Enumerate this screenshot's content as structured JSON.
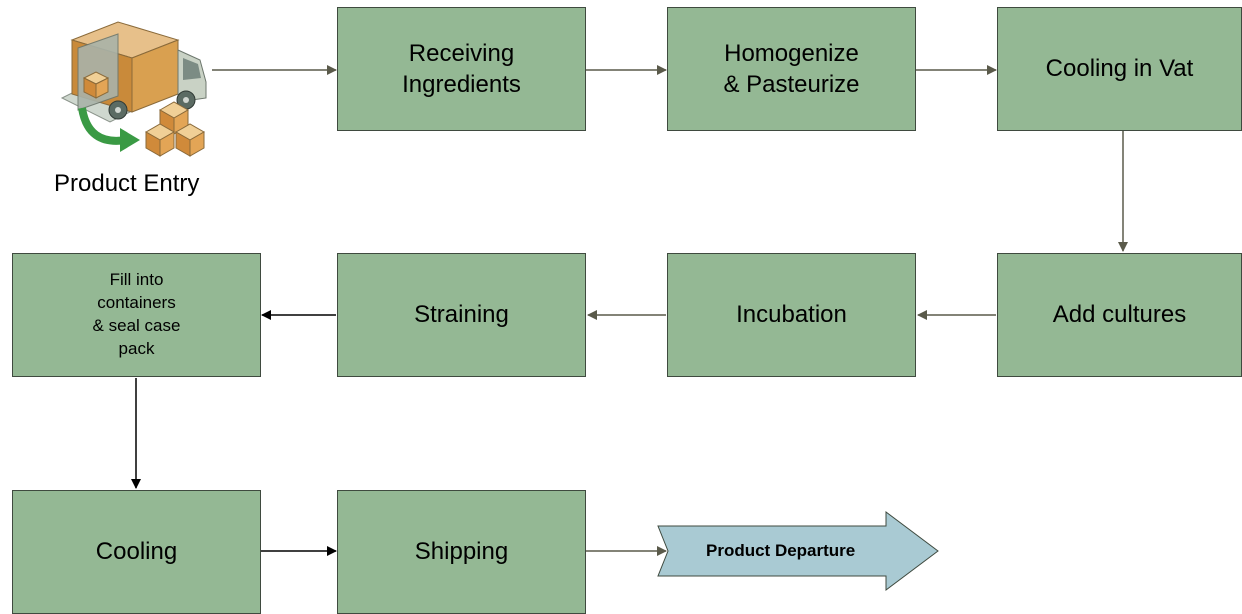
{
  "entry": {
    "label": "Product Entry",
    "icon": "delivery-truck-icon"
  },
  "steps": {
    "receiving": "Receiving\nIngredients",
    "homogenize": "Homogenize\n& Pasteurize",
    "cooling_vat": "Cooling in Vat",
    "add_cultures": "Add cultures",
    "incubation": "Incubation",
    "straining": "Straining",
    "fill": "Fill into\ncontainers\n& seal case\npack",
    "cooling": "Cooling",
    "shipping": "Shipping"
  },
  "departure": {
    "label": "Product Departure"
  },
  "colors": {
    "box_fill": "#94b894",
    "box_border": "#3f4a3f",
    "arrow_grey": "#5a5a4a",
    "arrow_black": "#000000",
    "departure_fill": "#a9cad3"
  }
}
